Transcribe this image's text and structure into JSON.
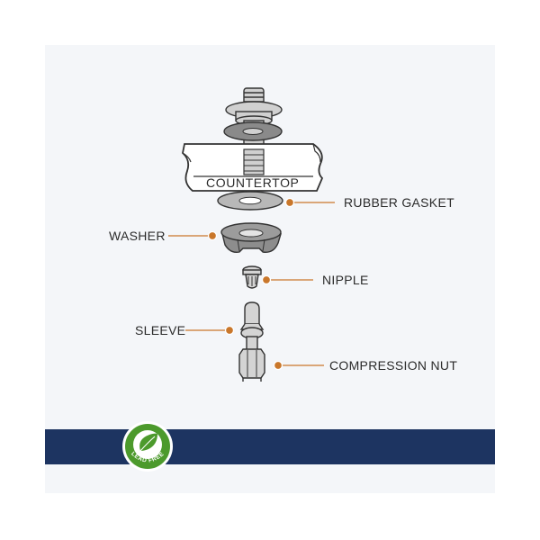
{
  "colors": {
    "panel_bg": "#f4f6f9",
    "band": "#1d3461",
    "leader": "#c9772b",
    "metal": "#d0d0d0",
    "gasket": "#b8b8b8",
    "washer": "#8d8d8d",
    "badge_green": "#4c9a2c"
  },
  "labels": {
    "countertop": "COUNTERTOP",
    "rubber_gasket": "RUBBER GASKET",
    "washer": "WASHER",
    "nipple": "NIPPLE",
    "sleeve": "SLEEVE",
    "compression_nut": "COMPRESSION NUT"
  },
  "badge": {
    "text": "LEAD FREE",
    "icon": "leaf-icon"
  }
}
